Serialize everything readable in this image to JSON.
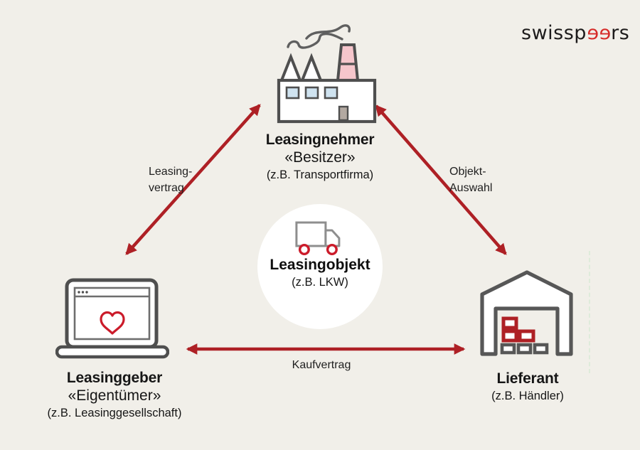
{
  "brand": {
    "name": "swisspeers",
    "logo_prefix": "swissp",
    "logo_accent": "ee",
    "logo_suffix": "rs"
  },
  "nodes": {
    "leasingnehmer": {
      "title": "Leasingnehmer",
      "role": "«Besitzer»",
      "example": "(z.B. Transportfirma)",
      "icon": "factory-icon"
    },
    "leasinggeber": {
      "title": "Leasinggeber",
      "role": "«Eigentümer»",
      "example": "(z.B. Leasinggesellschaft)",
      "icon": "laptop-heart-icon"
    },
    "lieferant": {
      "title": "Lieferant",
      "example": "(z.B. Händler)",
      "icon": "warehouse-icon"
    },
    "leasingobjekt": {
      "title": "Leasingobjekt",
      "example": "(z.B. LKW)",
      "icon": "truck-icon"
    }
  },
  "relations": {
    "leasingvertrag": {
      "label_line1": "Leasing-",
      "label_line2": "vertrag",
      "from": "Leasinggeber",
      "to": "Leasingnehmer",
      "arrow": "double"
    },
    "objektauswahl": {
      "label_line1": "Objekt-",
      "label_line2": "Auswahl",
      "from": "Leasingnehmer",
      "to": "Lieferant",
      "arrow": "double"
    },
    "kaufvertrag": {
      "label": "Kaufvertrag",
      "from": "Leasinggeber",
      "to": "Lieferant",
      "arrow": "double"
    }
  },
  "colors": {
    "background": "#f1efe9",
    "arrow_red": "#ae2025",
    "accent_red": "#cb1b2a",
    "logo_red": "#d62b28",
    "outline_gray": "#4f4f4f",
    "icon_gray": "#8e8e8e",
    "window_blue": "#cfe3f0",
    "chimney_pink": "#f6c6cc",
    "door_gray": "#b3a9a1",
    "text_dark": "#161616",
    "circle_white": "#ffffff"
  }
}
